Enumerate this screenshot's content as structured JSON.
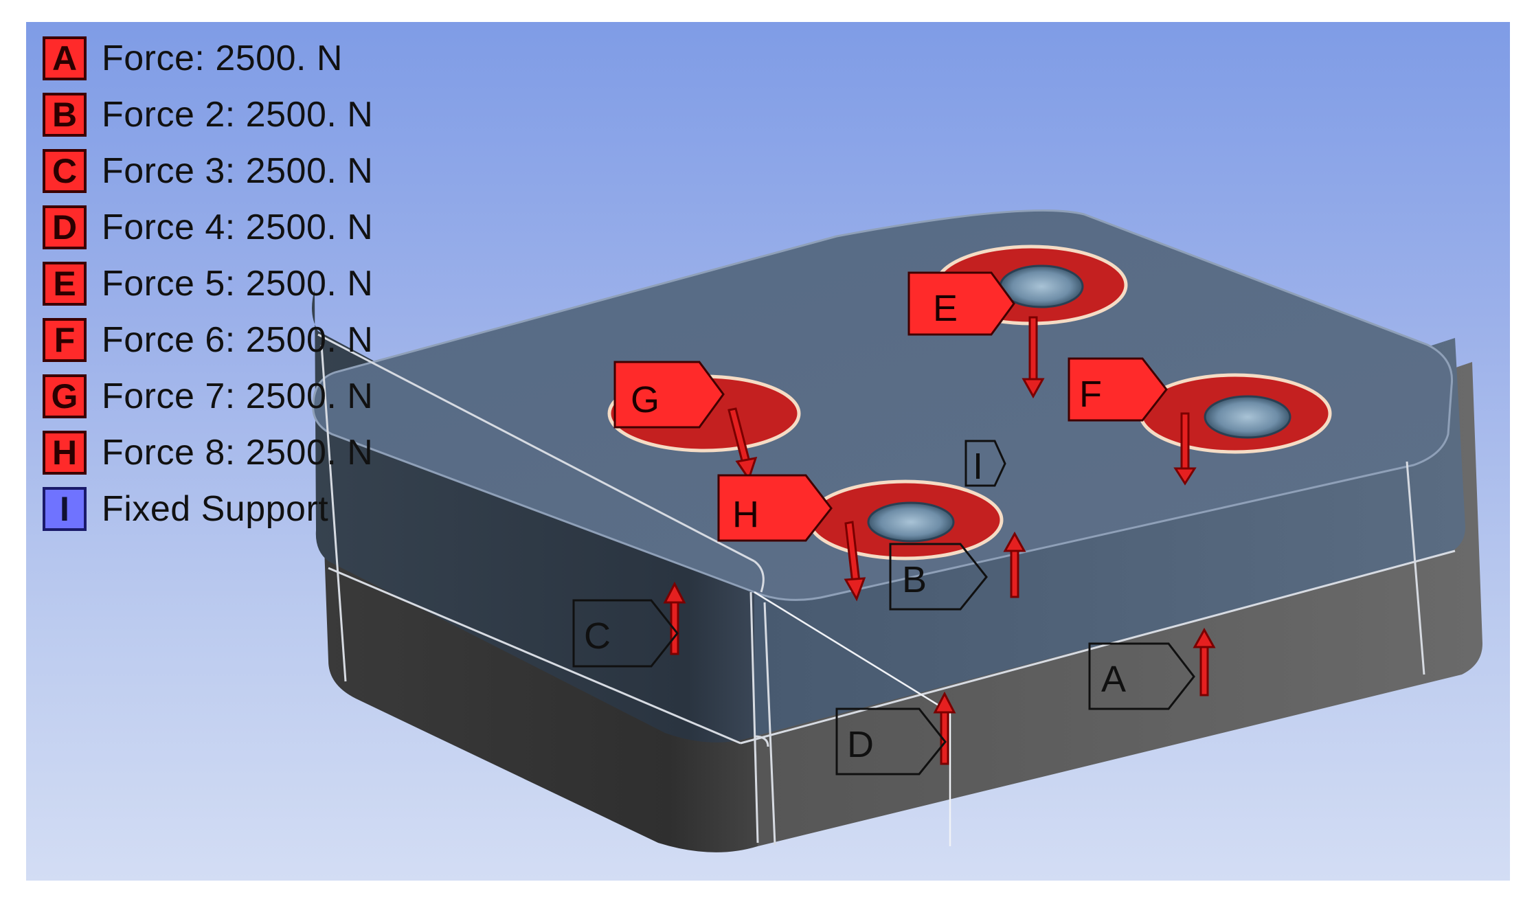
{
  "legend": [
    {
      "key": "A",
      "label": "Force: 2500. N",
      "color": "#ff2a2a"
    },
    {
      "key": "B",
      "label": "Force 2: 2500. N",
      "color": "#ff2a2a"
    },
    {
      "key": "C",
      "label": "Force 3: 2500. N",
      "color": "#ff2a2a"
    },
    {
      "key": "D",
      "label": "Force 4: 2500. N",
      "color": "#ff2a2a"
    },
    {
      "key": "E",
      "label": "Force 5: 2500. N",
      "color": "#ff2a2a"
    },
    {
      "key": "F",
      "label": "Force 6: 2500. N",
      "color": "#ff2a2a"
    },
    {
      "key": "G",
      "label": "Force 7: 2500. N",
      "color": "#ff2a2a"
    },
    {
      "key": "H",
      "label": "Force 8: 2500. N",
      "color": "#ff2a2a"
    },
    {
      "key": "I",
      "label": "Fixed Support",
      "color": "#6f73ff"
    }
  ],
  "tags": {
    "A": "A",
    "B": "B",
    "C": "C",
    "D": "D",
    "E": "E",
    "F": "F",
    "G": "G",
    "H": "H",
    "I": "I"
  },
  "colors": {
    "force": "#ff2a2a",
    "force_dark": "#8a0000",
    "ring": "#c42020",
    "support": "#6f73ff",
    "top_face": "#5a6b84",
    "upper_side": "#3c4a5e",
    "lower_side": "#5a5a5a"
  }
}
